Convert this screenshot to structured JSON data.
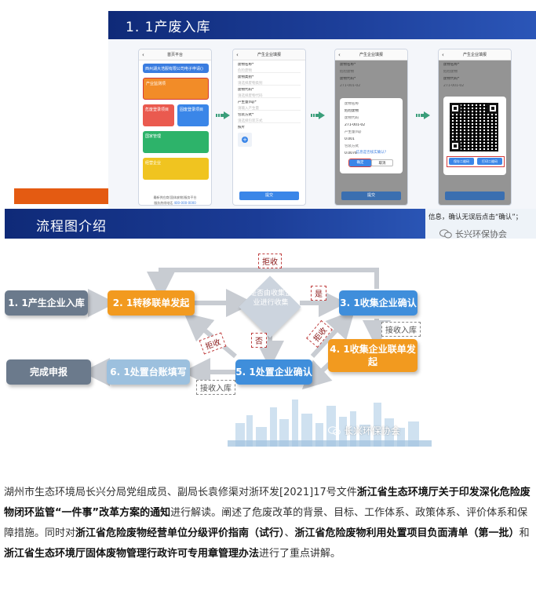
{
  "top_slide": {
    "title": "1. 1产废入库",
    "phone1": {
      "header": "首页平台",
      "company": "西州湖大浩服有限公司电子申请()",
      "tiles": [
        "产业监测项",
        "危废登录项目",
        "固废登录项目",
        "国家管理",
        "经营企业"
      ],
      "footer1": "最新供应商(固体废物)服务平台",
      "footer2": "服务热线电话",
      "footer3": "400-000-0000"
    },
    "phone2": {
      "header": "产生企业填报",
      "lines": [
        "废物名称*",
        "危险废物",
        "废物类别*",
        "请选择废物类别",
        "废物代码*",
        "请选择废物代码",
        "产生量(吨)*",
        "请输入产生量",
        "包装方式*",
        "请选择包装方式",
        "照片"
      ],
      "button": "提交"
    },
    "phone3": {
      "header": "产生企业填报",
      "lines": [
        "废物名称*",
        "危险废物",
        "废物代码*",
        "271-001-02",
        "废物名称",
        "危险废物",
        "废物代码",
        "271-001-02",
        "产生量(吨)",
        "0.001",
        "包装方式",
        "0.0076"
      ],
      "question": "信息是否核实确认?",
      "confirm": "确定",
      "cancel": "取消",
      "button": "提交"
    },
    "phone4": {
      "header": "产生企业填报",
      "lines": [
        "废物名称*",
        "危险废物",
        "废物代码*",
        "271-001-02"
      ],
      "btn_left": "保存二维码",
      "btn_right": "打印二维码"
    }
  },
  "flow_banner": {
    "title": "流程图介绍"
  },
  "info_card": {
    "text": "信息，确认无误后点击“确认”；",
    "watermark": "长兴环保协会"
  },
  "flow": {
    "nodes": {
      "n1": "1. 1产生企业入库",
      "n2": "2. 1转移联单发起",
      "diamond": "是否由收集企业进行收集",
      "n3": "3. 1收集企业确认",
      "n4": "4. 1收集企业联单发起",
      "n5": "5. 1处置企业确认",
      "n6": "6. 1处置台账填写",
      "n7": "完成申报"
    },
    "labels": {
      "reject_top": "拒收",
      "yes": "是",
      "no": "否",
      "reject_mid": "拒收",
      "reject_left": "拒收",
      "accept_right": "接收入库",
      "accept_bottom": "接收入库"
    },
    "watermark": "长兴环保协会"
  },
  "article": {
    "p1": "湖州市生态环境局长兴分局党组成员、副局长袁修渠对浙环发[2021]17号文件",
    "b1": "浙江省生态环境厅关于印发深化危险废物闭环监管“一件事”改革方案的通知",
    "p2": "进行解读。阐述了危废改革的背景、目标、工作体系、政策体系、评价体系和保障措施。同时对",
    "b2": "浙江省危险废物经营单位分级评价指南（试行）",
    "p3": "、",
    "b3": "浙江省危险废物利用处置项目负面清单（第一批）",
    "p4": "和",
    "b4": "浙江省生态环境厅固体废物管理行政许可专用章管理办法",
    "p5": "进行了重点讲解。"
  },
  "colors": {
    "banner": "#0f2a78",
    "orange": "#f29a1f",
    "blue": "#3f8edb",
    "gray": "#6b7a8c",
    "accent": "#e45b12"
  }
}
